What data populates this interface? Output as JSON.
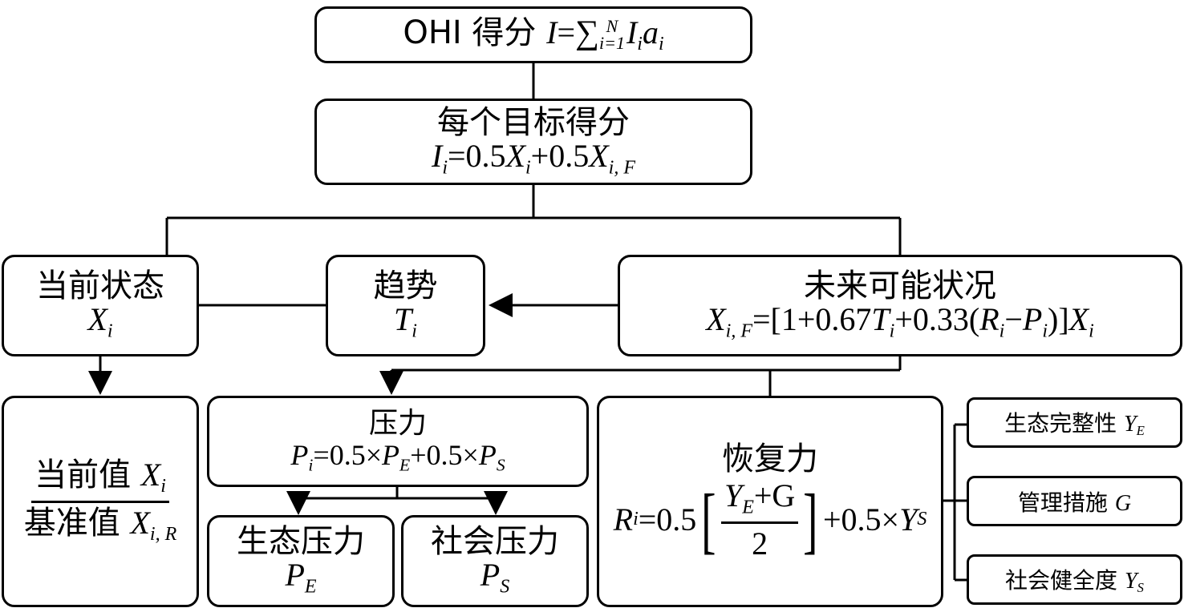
{
  "ohi": {
    "label": "OHI 得分",
    "formula_lhs": "I",
    "eq": "=",
    "sum": "∑",
    "sub_lower": "i=1",
    "sup_upper": "N",
    "term_I": "I",
    "term_sub_i": "i",
    "term_a": "a",
    "term_a_sub": "i"
  },
  "goal": {
    "title": "每个目标得分",
    "lhs": "I",
    "lhs_sub": "i",
    "rhs1": "=0.5",
    "X": "X",
    "X_sub": "i",
    "plus": "+0.5",
    "X2": "X",
    "X2_sub": "i, F"
  },
  "current": {
    "title": "当前状态",
    "var": "X",
    "var_sub": "i"
  },
  "trend": {
    "title": "趋势",
    "var": "T",
    "var_sub": "i"
  },
  "future": {
    "title": "未来可能状况",
    "lhs": "X",
    "lhs_sub": "i, F",
    "rhs_a": "=[1+0.67",
    "T": "T",
    "T_sub": "i",
    "rhs_b": "+0.33(",
    "R": "R",
    "R_sub": "i",
    "minus": "−",
    "P": "P",
    "P_sub": "i",
    "rhs_c": ")]",
    "X": "X",
    "X_sub": "i"
  },
  "ratio": {
    "num_text": "当前值",
    "num_var": "X",
    "num_sub": "i",
    "den_text": "基准值",
    "den_var": "X",
    "den_sub": "i, R"
  },
  "pressure": {
    "title": "压力",
    "lhs": "P",
    "lhs_sub": "i",
    "rhs_a": "=0.5×",
    "PE": "P",
    "PE_sub": "E",
    "rhs_b": "+0.5×",
    "PS": "P",
    "PS_sub": "S"
  },
  "eco_pressure": {
    "title": "生态压力",
    "var": "P",
    "var_sub": "E"
  },
  "soc_pressure": {
    "title": "社会压力",
    "var": "P",
    "var_sub": "S"
  },
  "resilience": {
    "title": "恢复力",
    "lhs": "R",
    "lhs_sub": "i",
    "coef": "=0.5",
    "open": "[",
    "close": "]",
    "num_Y": "Y",
    "num_Y_sub": "E",
    "num_plus": "+G",
    "den": "2",
    "tail": "+0.5×",
    "YS": "Y",
    "YS_sub": "S"
  },
  "side": [
    {
      "label": "生态完整性",
      "var": "Y",
      "sub": "E"
    },
    {
      "label": "管理措施",
      "var": "G",
      "sub": ""
    },
    {
      "label": "社会健全度",
      "var": "Y",
      "sub": "S"
    }
  ]
}
